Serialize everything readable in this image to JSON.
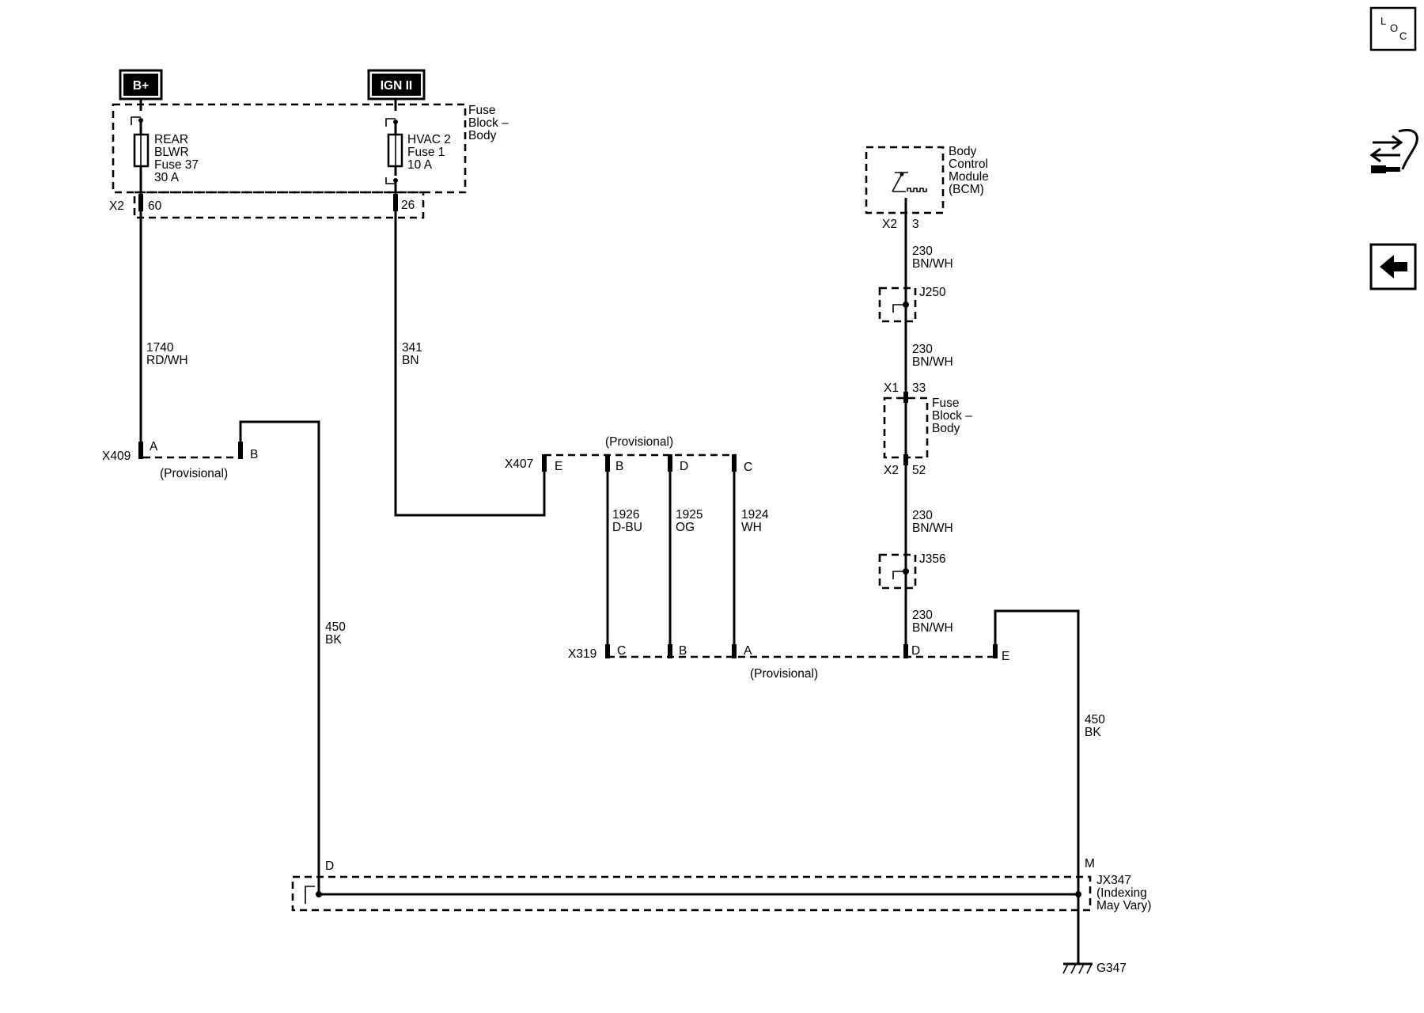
{
  "sources": {
    "bplus": "B+",
    "ign": "IGN II"
  },
  "fuse_block_top": {
    "line1": "Fuse",
    "line2": "Block –",
    "line3": "Body"
  },
  "fuse_rear": {
    "line1": "REAR",
    "line2": "BLWR",
    "line3": "Fuse 37",
    "line4": "30 A"
  },
  "fuse_hvac": {
    "line1": "HVAC 2",
    "line2": "Fuse 1",
    "line3": "10 A"
  },
  "x2_top": {
    "connector": "X2",
    "pin_rear": "60",
    "pin_hvac": "26"
  },
  "wire_1740": {
    "circuit": "1740",
    "color": "RD/WH"
  },
  "wire_341": {
    "circuit": "341",
    "color": "BN"
  },
  "x409": {
    "connector": "X409",
    "pin_a": "A",
    "pin_b": "B",
    "note": "(Provisional)"
  },
  "wire_450_left": {
    "circuit": "450",
    "color": "BK"
  },
  "x407": {
    "connector": "X407",
    "note": "(Provisional)",
    "pin_e": "E",
    "pin_b": "B",
    "pin_d": "D",
    "pin_c": "C"
  },
  "wire_1926": {
    "circuit": "1926",
    "color": "D-BU"
  },
  "wire_1925": {
    "circuit": "1925",
    "color": "OG"
  },
  "wire_1924": {
    "circuit": "1924",
    "color": "WH"
  },
  "x319": {
    "connector": "X319",
    "pin_c": "C",
    "pin_b": "B",
    "pin_a": "A",
    "pin_d": "D",
    "pin_e": "E",
    "note": "(Provisional)"
  },
  "bcm": {
    "line1": "Body",
    "line2": "Control",
    "line3": "Module",
    "line4": "(BCM)",
    "connector": "X2",
    "pin": "3"
  },
  "wire_230_a": {
    "circuit": "230",
    "color": "BN/WH"
  },
  "j250": {
    "label": "J250"
  },
  "wire_230_b": {
    "circuit": "230",
    "color": "BN/WH"
  },
  "fuse_block_mid": {
    "line1": "Fuse",
    "line2": "Block –",
    "line3": "Body",
    "conn_top": "X1",
    "pin_top": "33",
    "conn_bottom": "X2",
    "pin_bottom": "52"
  },
  "wire_230_c": {
    "circuit": "230",
    "color": "BN/WH"
  },
  "j356": {
    "label": "J356"
  },
  "wire_230_d": {
    "circuit": "230",
    "color": "BN/WH"
  },
  "wire_450_right": {
    "circuit": "450",
    "color": "BK"
  },
  "jx347": {
    "pin_d": "D",
    "pin_m": "M",
    "line1": "JX347",
    "line2": "(Indexing",
    "line3": "May Vary)"
  },
  "ground": {
    "label": "G347"
  },
  "nav": {
    "loc": {
      "l": "L",
      "o": "O",
      "c": "C",
      "icon": "loc-icon"
    },
    "connector_icon": "connector-view-icon",
    "back_icon": "back-arrow-icon"
  }
}
